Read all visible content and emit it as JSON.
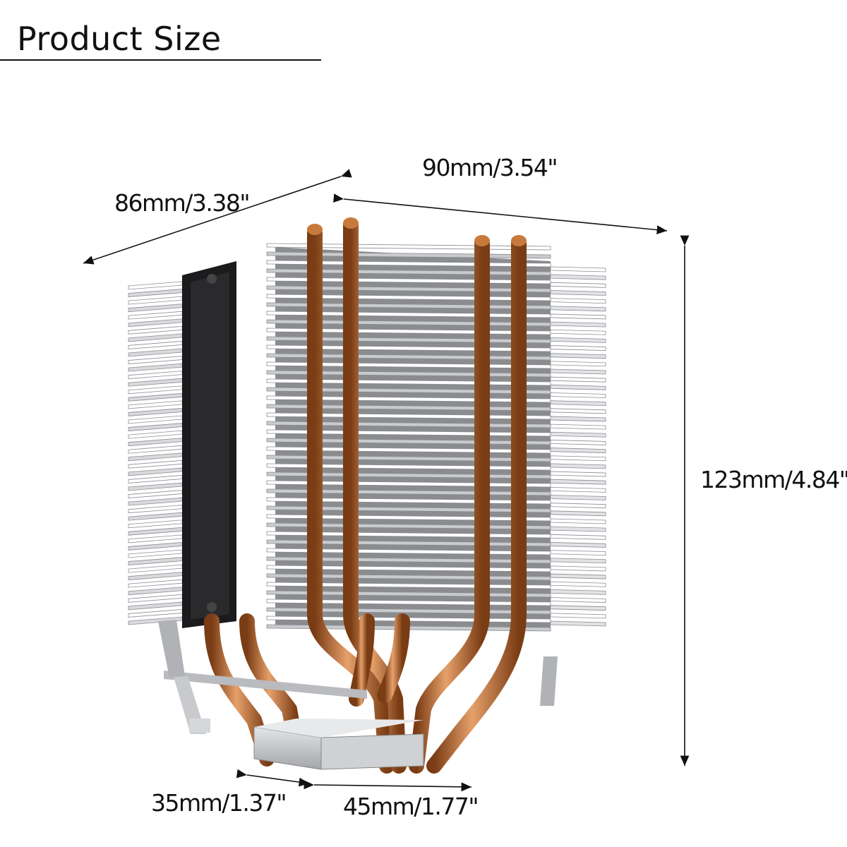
{
  "title": "Product Size",
  "dimensions": {
    "depth": "86mm/3.38\"",
    "width": "90mm/3.54\"",
    "height": "123mm/4.84\"",
    "base_depth": "35mm/1.37\"",
    "base_width": "45mm/1.77\""
  },
  "colors": {
    "copper": "#c87a3c",
    "copper_dark": "#8a4a1e",
    "fin": "#d9dadc",
    "fin_dark": "#7d8086",
    "fan": "#1b1b1d"
  }
}
